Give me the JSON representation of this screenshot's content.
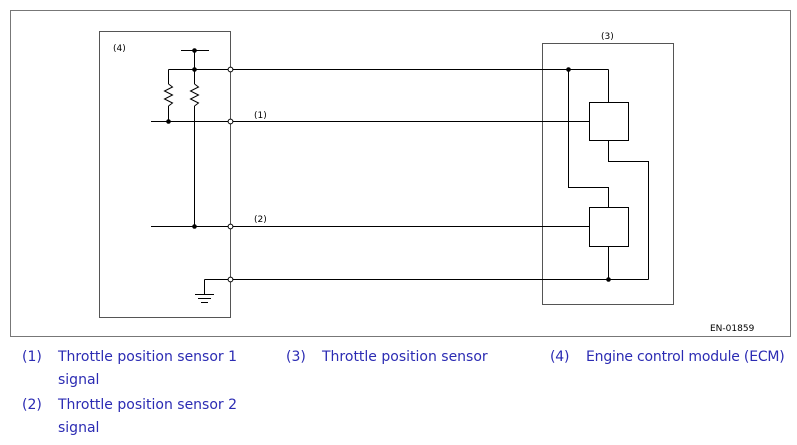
{
  "diagram": {
    "callouts": {
      "ecm_box": "(4)",
      "sensor_box": "(3)",
      "signal1_line": "(1)",
      "signal2_line": "(2)"
    },
    "figure_code": "EN-01859"
  },
  "legend": [
    {
      "num": "(1)",
      "line1": "Throttle position sensor 1",
      "line2": "signal"
    },
    {
      "num": "(2)",
      "line1": "Throttle position sensor 2",
      "line2": "signal"
    },
    {
      "num": "(3)",
      "line1": "Throttle position sensor",
      "line2": ""
    },
    {
      "num": "(4)",
      "line1": "Engine control module (ECM)",
      "line2": ""
    }
  ],
  "colors": {
    "legend_text": "#2b2bb3",
    "wire": "#000000",
    "frame": "#666666"
  }
}
